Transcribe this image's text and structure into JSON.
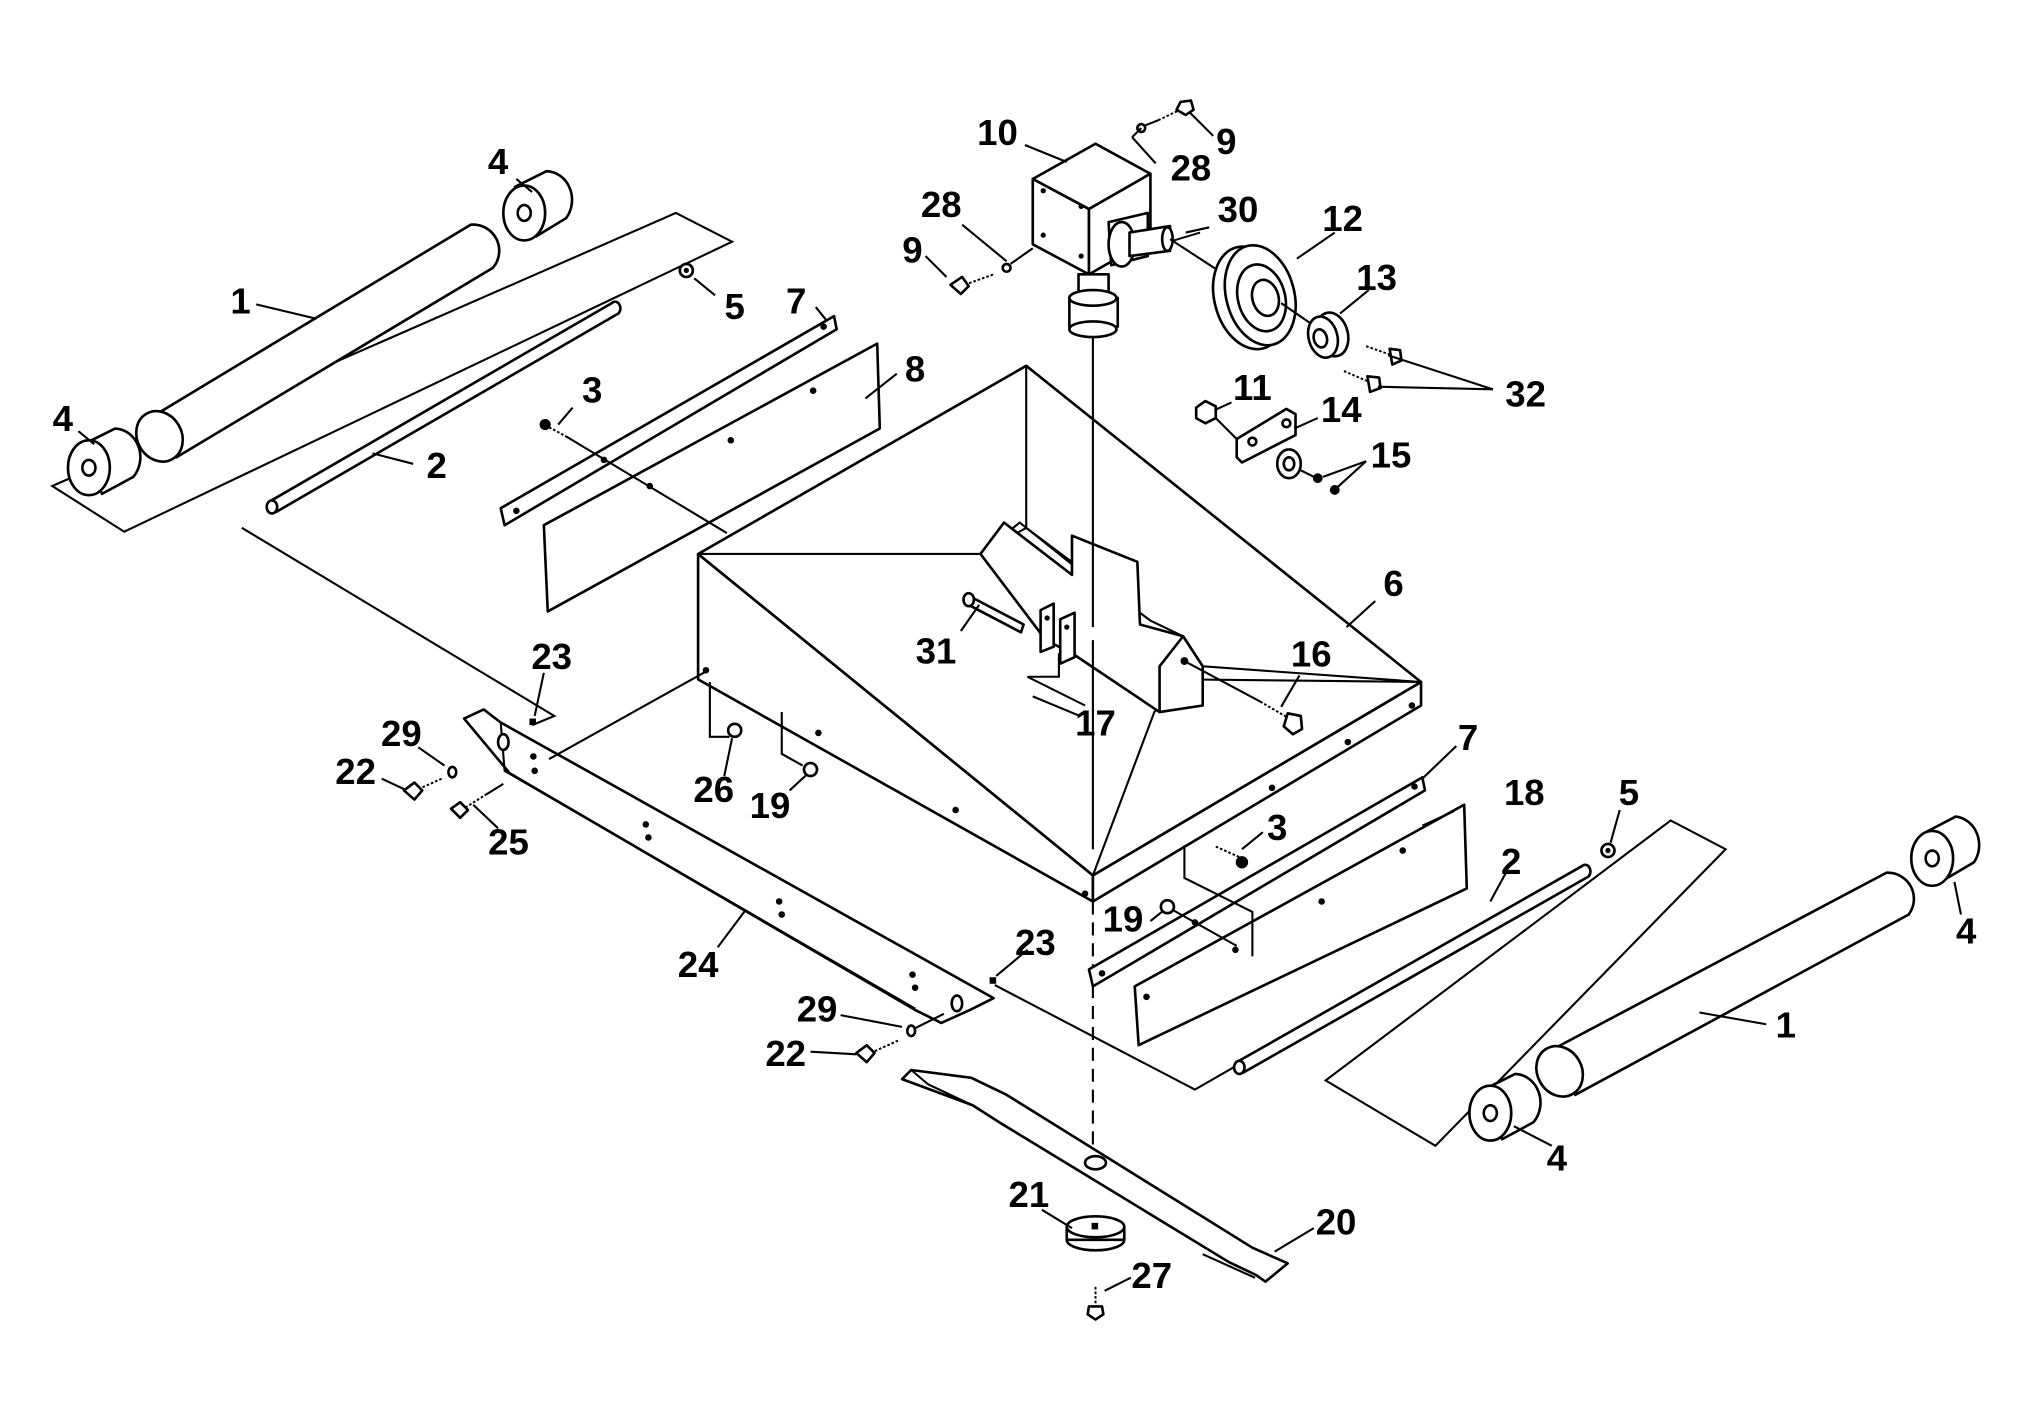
{
  "callouts": [
    {
      "id": "c1a",
      "label": "1"
    },
    {
      "id": "c1b",
      "label": "1"
    },
    {
      "id": "c2a",
      "label": "2"
    },
    {
      "id": "c2b",
      "label": "2"
    },
    {
      "id": "c3a",
      "label": "3"
    },
    {
      "id": "c3b",
      "label": "3"
    },
    {
      "id": "c4a",
      "label": "4"
    },
    {
      "id": "c4b",
      "label": "4"
    },
    {
      "id": "c4c",
      "label": "4"
    },
    {
      "id": "c4d",
      "label": "4"
    },
    {
      "id": "c5a",
      "label": "5"
    },
    {
      "id": "c5b",
      "label": "5"
    },
    {
      "id": "c6",
      "label": "6"
    },
    {
      "id": "c7a",
      "label": "7"
    },
    {
      "id": "c7b",
      "label": "7"
    },
    {
      "id": "c8",
      "label": "8"
    },
    {
      "id": "c9a",
      "label": "9"
    },
    {
      "id": "c9b",
      "label": "9"
    },
    {
      "id": "c10",
      "label": "10"
    },
    {
      "id": "c11",
      "label": "11"
    },
    {
      "id": "c12",
      "label": "12"
    },
    {
      "id": "c13",
      "label": "13"
    },
    {
      "id": "c14",
      "label": "14"
    },
    {
      "id": "c15",
      "label": "15"
    },
    {
      "id": "c16",
      "label": "16"
    },
    {
      "id": "c17",
      "label": "17"
    },
    {
      "id": "c18",
      "label": "18"
    },
    {
      "id": "c19a",
      "label": "19"
    },
    {
      "id": "c19b",
      "label": "19"
    },
    {
      "id": "c20",
      "label": "20"
    },
    {
      "id": "c21",
      "label": "21"
    },
    {
      "id": "c22a",
      "label": "22"
    },
    {
      "id": "c22b",
      "label": "22"
    },
    {
      "id": "c23a",
      "label": "23"
    },
    {
      "id": "c23b",
      "label": "23"
    },
    {
      "id": "c24",
      "label": "24"
    },
    {
      "id": "c25",
      "label": "25"
    },
    {
      "id": "c26",
      "label": "26"
    },
    {
      "id": "c27",
      "label": "27"
    },
    {
      "id": "c28a",
      "label": "28"
    },
    {
      "id": "c28b",
      "label": "28"
    },
    {
      "id": "c29a",
      "label": "29"
    },
    {
      "id": "c29b",
      "label": "29"
    },
    {
      "id": "c30",
      "label": "30"
    },
    {
      "id": "c31",
      "label": "31"
    },
    {
      "id": "c32",
      "label": "32"
    }
  ]
}
